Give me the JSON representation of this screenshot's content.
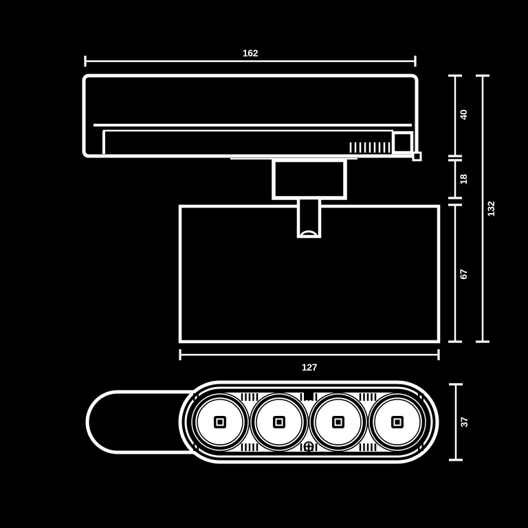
{
  "drawing": {
    "type": "technical-dimension-drawing",
    "subject": "track-mounted quad spotlight luminaire",
    "views": {
      "side_view": "side elevation with track rail, adapter and lamp body",
      "front_view": "front elevation with four round lenses"
    }
  },
  "dimensions": {
    "track_width": "162",
    "track_height": "40",
    "adapter_height": "18",
    "body_height": "67",
    "overall_height": "132",
    "body_width": "127",
    "front_height": "37"
  },
  "colors": {
    "background": "#000000",
    "line": "#ffffff",
    "face_fill": "#ffffff",
    "face_detail": "#000000"
  }
}
